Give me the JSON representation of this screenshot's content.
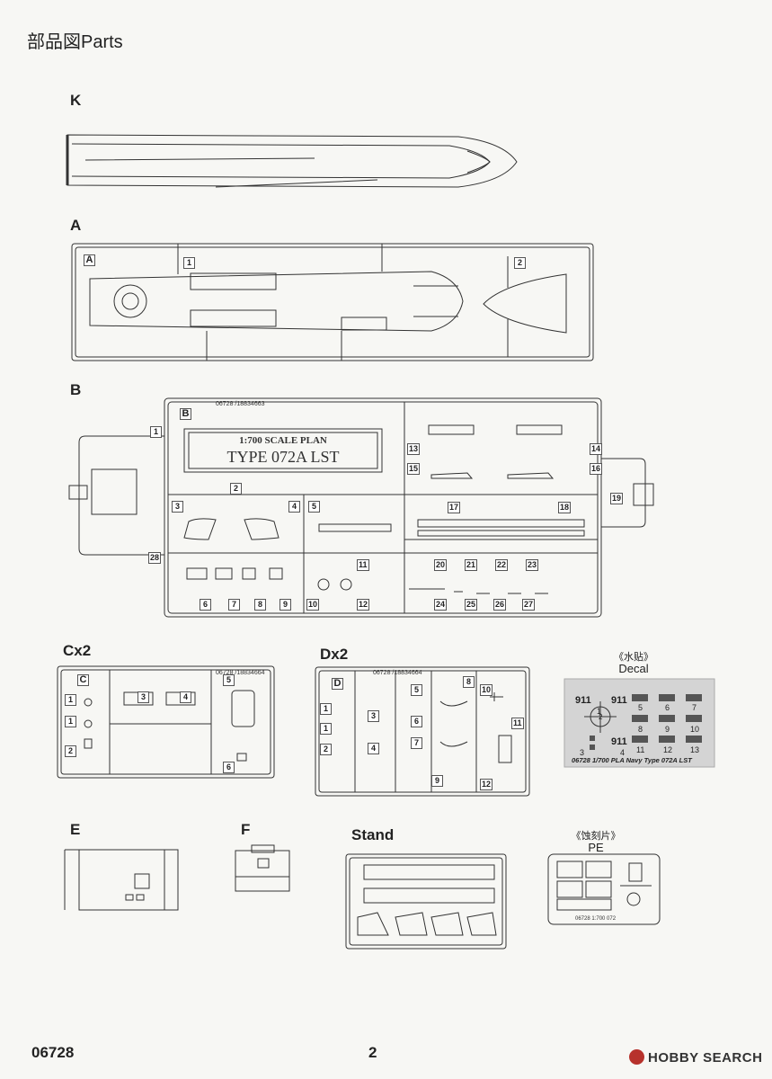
{
  "page": {
    "title": "部品図Parts",
    "number": "2",
    "kit_code": "06728",
    "watermark": "HOBBY SEARCH"
  },
  "sections": {
    "k": "K",
    "a": "A",
    "b": "B",
    "c": "Cx2",
    "d": "Dx2",
    "e": "E",
    "f": "F",
    "stand": "Stand"
  },
  "sprue_a": {
    "tag": "A",
    "parts": [
      "1",
      "2"
    ]
  },
  "sprue_b": {
    "tag": "B",
    "code": "06728 /18834663",
    "plate_line1": "1:700 SCALE PLAN",
    "plate_line2": "TYPE 072A LST",
    "parts": [
      "1",
      "2",
      "3",
      "4",
      "5",
      "6",
      "7",
      "8",
      "9",
      "10",
      "11",
      "12",
      "13",
      "14",
      "15",
      "16",
      "17",
      "18",
      "19",
      "20",
      "21",
      "22",
      "23",
      "24",
      "25",
      "26",
      "27",
      "28"
    ]
  },
  "sprue_c": {
    "tag": "C",
    "code": "06728 /18834664",
    "parts": [
      "1",
      "2",
      "3",
      "4",
      "5",
      "6"
    ]
  },
  "sprue_d": {
    "tag": "D",
    "code": "06728 /18834664",
    "parts": [
      "1",
      "2",
      "3",
      "4",
      "5",
      "6",
      "7",
      "8",
      "9",
      "10",
      "11",
      "12"
    ]
  },
  "decal": {
    "title_cn": "《水贴》",
    "title_en": "Decal",
    "hull_no": "911",
    "caption": "06728 1/700 PLA Navy Type 072A LST",
    "nums": [
      "1",
      "2",
      "3",
      "4",
      "5",
      "6",
      "7",
      "8",
      "9",
      "10",
      "11",
      "12",
      "13"
    ]
  },
  "pe": {
    "title_cn": "《蚀刻片》",
    "title_en": "PE",
    "caption": "06728 1:700 072"
  },
  "colors": {
    "line": "#333333",
    "decal_bg": "#d4d4d4",
    "paper": "#f7f7f4",
    "watermark_logo": "#b7322c"
  }
}
